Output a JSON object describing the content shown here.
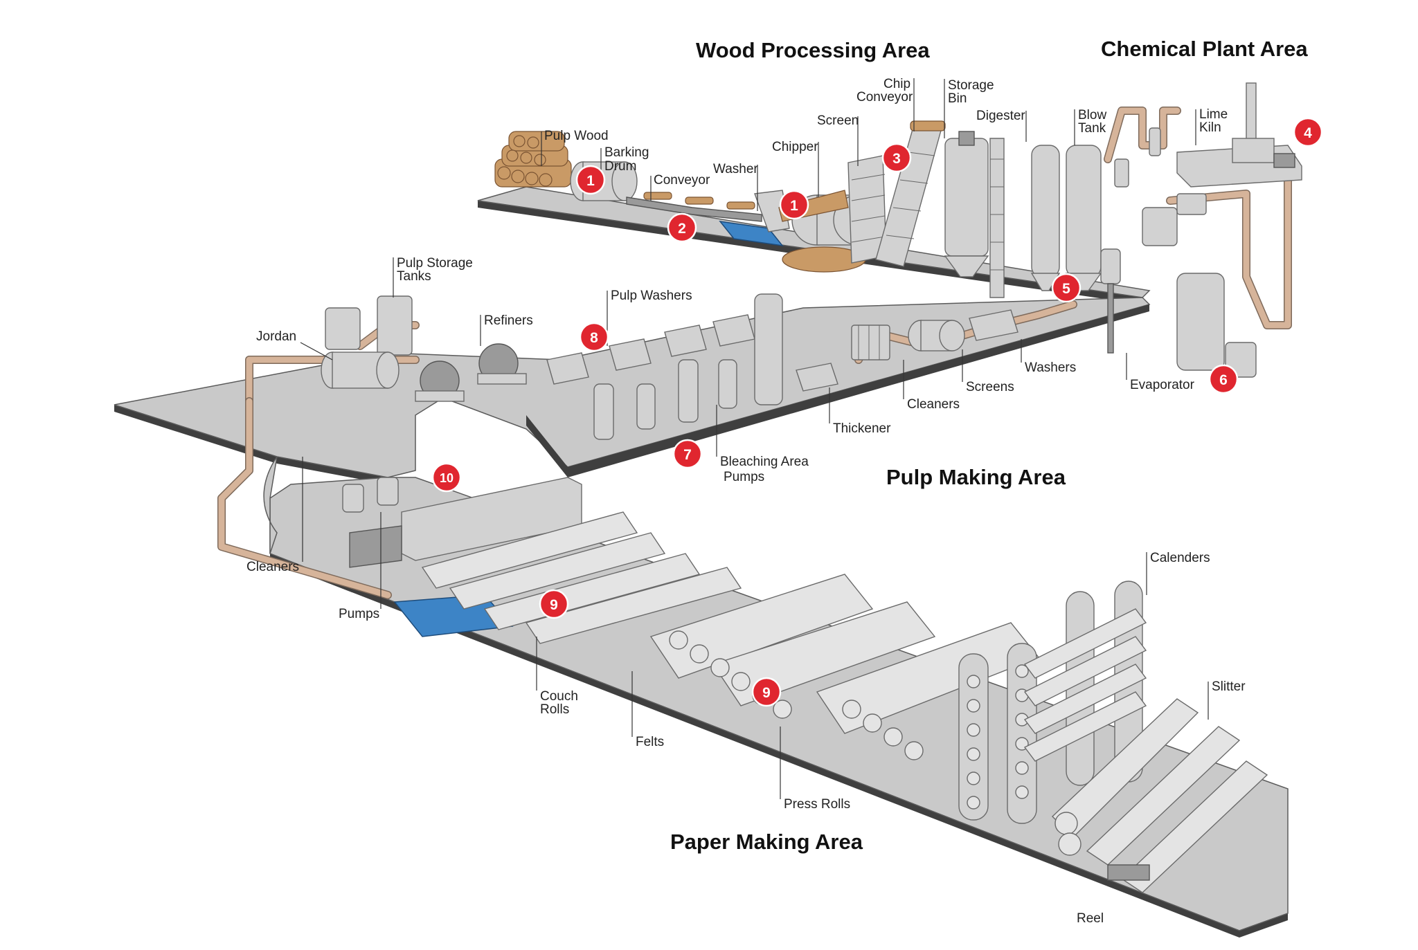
{
  "areas": {
    "wood": "Wood Processing Area",
    "chemical": "Chemical Plant Area",
    "pulp": "Pulp Making Area",
    "paper": "Paper Making Area"
  },
  "labels": {
    "pulp_wood": "Pulp Wood",
    "barking_drum_1": "Barking",
    "barking_drum_2": "Drum",
    "conveyor": "Conveyor",
    "washer": "Washer",
    "chipper": "Chipper",
    "screen": "Screen",
    "chip_conveyor_1": "Chip",
    "chip_conveyor_2": "Conveyor",
    "storage_bin_1": "Storage",
    "storage_bin_2": "Bin",
    "digester": "Digester",
    "blow_tank_1": "Blow",
    "blow_tank_2": "Tank",
    "lime_kiln_1": "Lime",
    "lime_kiln_2": "Kiln",
    "pulp_storage_1": "Pulp Storage",
    "pulp_storage_2": "Tanks",
    "refiners": "Refiners",
    "jordan": "Jordan",
    "pulp_washers": "Pulp Washers",
    "bleaching_1": "Bleaching Area",
    "bleaching_2": "Pumps",
    "thickener": "Thickener",
    "cleaners_pulp": "Cleaners",
    "screens": "Screens",
    "washers": "Washers",
    "evaporator": "Evaporator",
    "cleaners_paper": "Cleaners",
    "pumps": "Pumps",
    "couch_1": "Couch",
    "couch_2": "Rolls",
    "felts": "Felts",
    "press_rolls": "Press Rolls",
    "calenders": "Calenders",
    "slitter": "Slitter",
    "reel": "Reel"
  },
  "badges": {
    "b1a": "1",
    "b1b": "1",
    "b2": "2",
    "b3": "3",
    "b4": "4",
    "b5": "5",
    "b6": "6",
    "b7": "7",
    "b8": "8",
    "b9a": "9",
    "b9b": "9",
    "b10": "10"
  },
  "colors": {
    "badge": "#e0262f",
    "floor": "#c9c9c9",
    "pipe": "#d6b49a",
    "wood": "#c99a66",
    "water": "#3d84c6"
  }
}
